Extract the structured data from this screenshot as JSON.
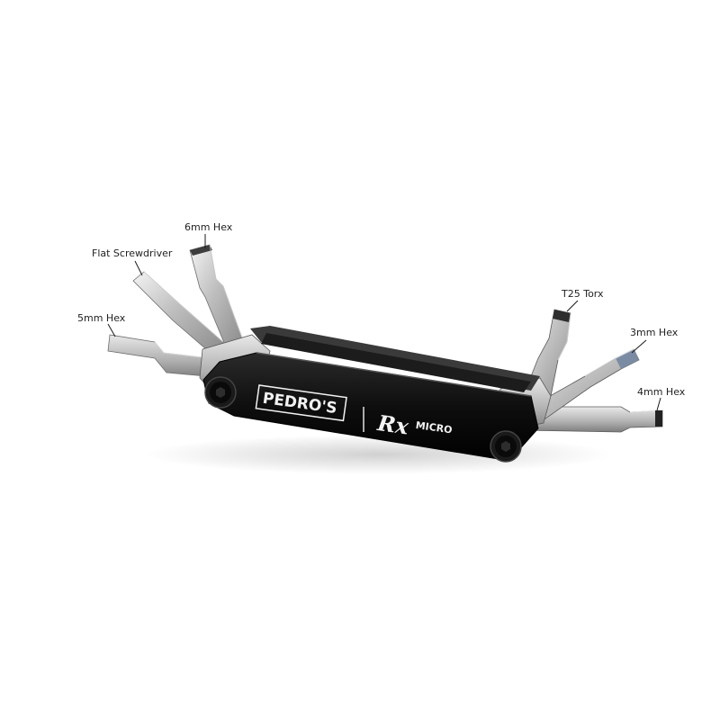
{
  "product": {
    "brand": "PEDRO'S",
    "model_prefix": "Rx",
    "model_suffix": "MICRO"
  },
  "callouts": {
    "hex_6mm": "6mm Hex",
    "flat_screwdriver": "Flat Screwdriver",
    "hex_5mm": "5mm Hex",
    "torx_t25": "T25 Torx",
    "hex_3mm": "3mm Hex",
    "hex_4mm": "4mm Hex"
  },
  "colors": {
    "background": "#ffffff",
    "body": "#111111",
    "steel": "#c9c9c9",
    "label_text": "#222222"
  },
  "icons": {
    "tool": "folding-multi-tool",
    "bolt": "hex-socket-bolt"
  }
}
